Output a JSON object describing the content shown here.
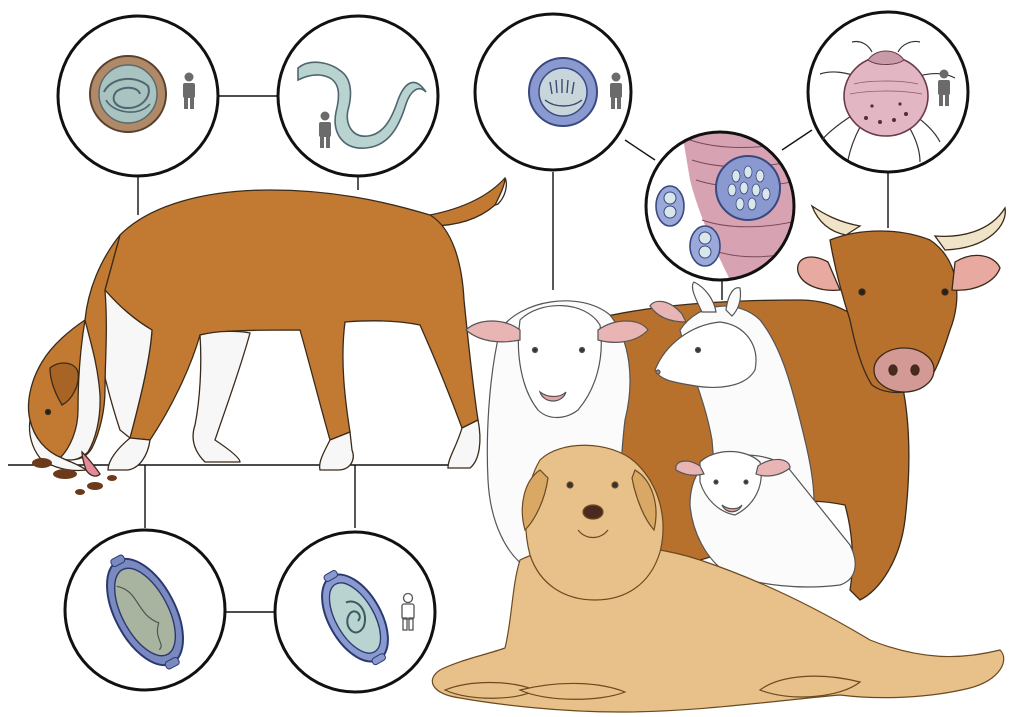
{
  "image": {
    "title": "",
    "colors": {
      "background": "#ffffff",
      "line": "#111111",
      "dog_brown": "#c27a33",
      "dog_white": "#f7f7f7",
      "golden_dog": "#e8c08a",
      "sheep_white": "#fbfbfb",
      "sheep_pink": "#e8b4b4",
      "cow_brown": "#b8712c",
      "horn": "#efe3c8",
      "egg_blue": "#8a9ad0",
      "egg_teal": "#a9c6c4",
      "worm": "#b9d3d0",
      "tissue_pink": "#d7a3b2",
      "mite_pink": "#e2b6c2",
      "human_icon": "#6b6b6b"
    }
  },
  "nodes": [
    {
      "id": "egg-striated-brown",
      "icon": "parasite-egg-brown-shell",
      "human_marker": "filled"
    },
    {
      "id": "worm-larva",
      "icon": "nematode-larva",
      "human_marker": "filled"
    },
    {
      "id": "egg-blue-ciliated",
      "icon": "parasite-egg-blue",
      "human_marker": "filled"
    },
    {
      "id": "tissue-cyst",
      "icon": "cyst-in-tissue",
      "human_marker": "none"
    },
    {
      "id": "mite",
      "icon": "mite",
      "human_marker": "filled"
    },
    {
      "id": "egg-bipolar-large",
      "icon": "bipolar-plugged-egg",
      "human_marker": "none"
    },
    {
      "id": "egg-bipolar-coiled",
      "icon": "bipolar-egg-coiled-larva",
      "human_marker": "outline"
    }
  ],
  "hosts": [
    {
      "id": "brown-dog",
      "icon": "dog-eating-feces"
    },
    {
      "id": "sheep",
      "icon": "sheep"
    },
    {
      "id": "goat",
      "icon": "goat"
    },
    {
      "id": "lamb",
      "icon": "lamb"
    },
    {
      "id": "cow",
      "icon": "cow"
    },
    {
      "id": "golden-dog",
      "icon": "dog-lying"
    }
  ]
}
